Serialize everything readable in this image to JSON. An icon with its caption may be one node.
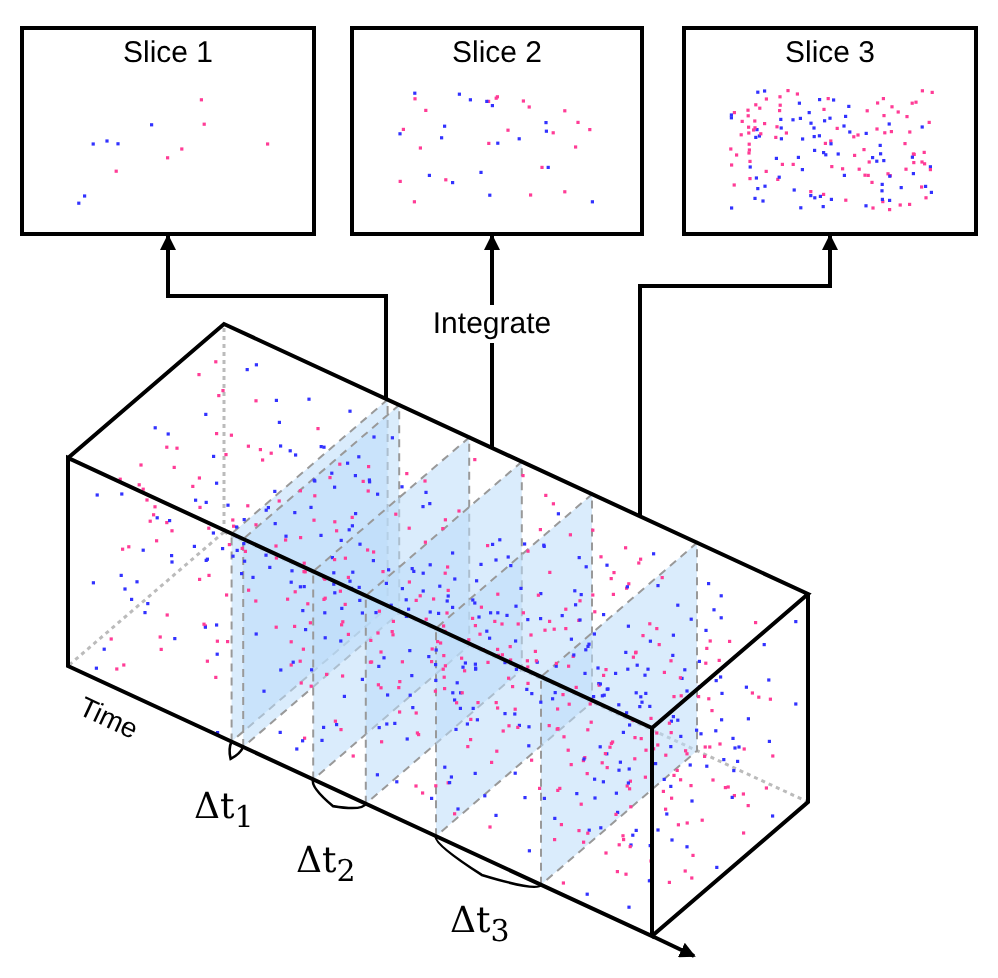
{
  "diagram": {
    "nodes": [
      {
        "text": [
          "Slice 1"
        ]
      },
      {
        "text": [
          "Slice 2"
        ]
      },
      {
        "text": [
          "Slice 3"
        ]
      },
      {
        "text": [],
        "shape": "box"
      }
    ],
    "edges": [
      {
        "from": 3,
        "to": 0,
        "arrow": "to"
      },
      {
        "from": 3,
        "to": 1,
        "arrow": "to",
        "label": "Integrate"
      },
      {
        "from": 3,
        "to": 2,
        "arrow": "to"
      }
    ],
    "labels": [
      "Time",
      "Δt$_{1}$",
      "Δt$_{2}$",
      "Δt$_{3}$"
    ]
  }
}
